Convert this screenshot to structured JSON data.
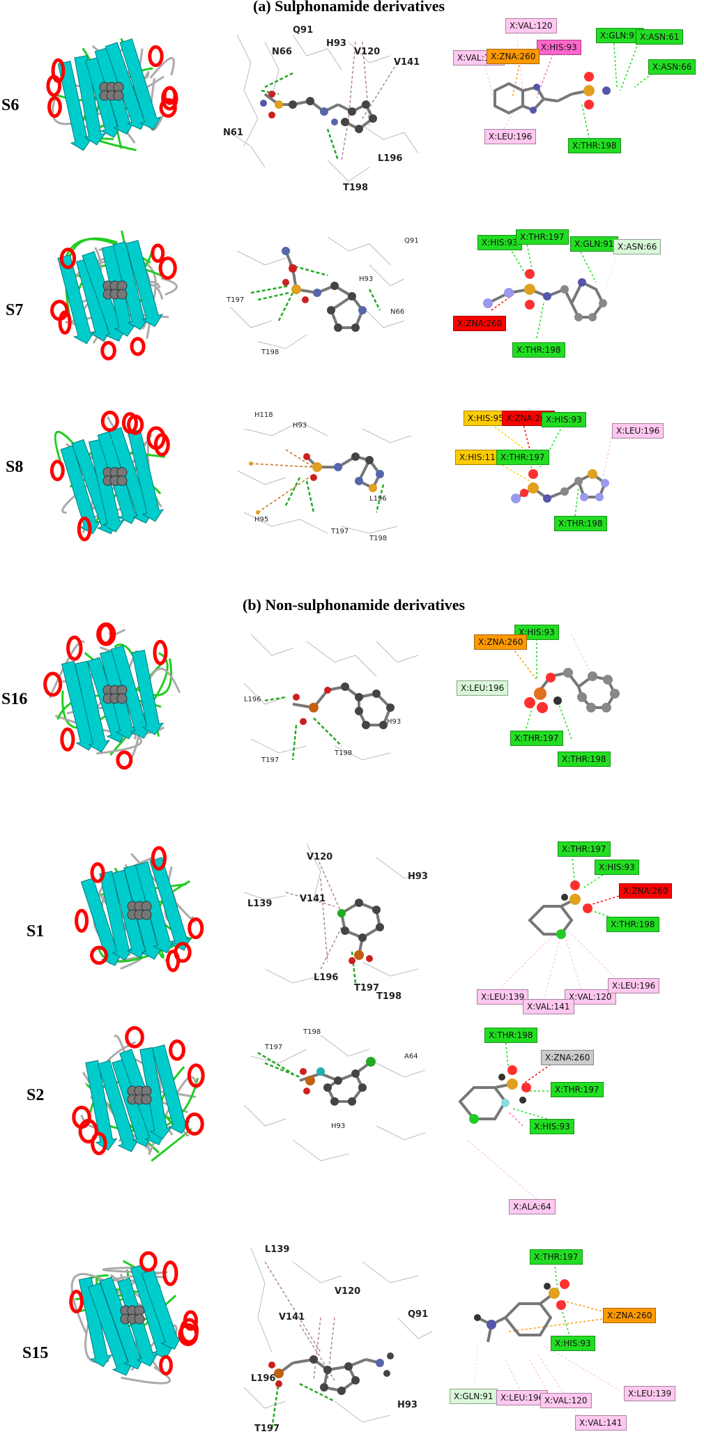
{
  "colors": {
    "green_tag": "#22dd22",
    "pink_tag": "#ffc8f0",
    "magenta_tag": "#ff66cc",
    "orange_tag": "#ff9900",
    "red_tag": "#ff0000",
    "light_green_tag": "#d9f7d9",
    "gray_tag": "#cccccc",
    "yellow_tag": "#ffcc00",
    "helix": "#ff0000",
    "sheet": "#00cccc",
    "turn": "#22cc22",
    "coil": "#aaaaaa"
  },
  "sections": {
    "a": "(a) Sulphonamide derivatives",
    "b": "(b) Non-sulphonamide derivatives"
  },
  "rows": [
    {
      "label": "S6",
      "residues": [
        "N66",
        "Q91",
        "H93",
        "V120",
        "V141",
        "N61",
        "L196",
        "T198"
      ],
      "interactions": [
        "X:VAL:120",
        "X:HIS:93",
        "X:GLN:91",
        "X:ASN:61",
        "X:VAL:141",
        "X:ZNA:260",
        "X:ASN:66",
        "X:LEU:196",
        "X:THR:198"
      ]
    },
    {
      "label": "S7",
      "residues": [
        "Q91",
        "H93",
        "T197",
        "N66",
        "T198"
      ],
      "interactions": [
        "X:HIS:93",
        "X:THR:197",
        "X:GLN:91",
        "X:ASN:66",
        "X:ZNA:260",
        "X:THR:198"
      ]
    },
    {
      "label": "S8",
      "residues": [
        "H118",
        "H93",
        "L196",
        "H95",
        "T197",
        "T198"
      ],
      "interactions": [
        "X:HIS:95",
        "X:ZNA:260",
        "X:HIS:93",
        "X:LEU:196",
        "X:HIS:118",
        "X:THR:197",
        "X:THR:198"
      ]
    },
    {
      "label": "S16",
      "residues": [
        "L196",
        "H93",
        "T197",
        "T198"
      ],
      "interactions": [
        "X:HIS:93",
        "X:ZNA:260",
        "X:LEU:196",
        "X:THR:197",
        "X:THR:198"
      ]
    },
    {
      "label": "S1",
      "residues": [
        "V120",
        "H93",
        "L139",
        "V141",
        "L196",
        "T197",
        "T198"
      ],
      "interactions": [
        "X:THR:197",
        "X:HIS:93",
        "X:ZNA:260",
        "X:THR:198",
        "X:LEU:139",
        "X:VAL:120",
        "X:LEU:196",
        "X:VAL:141"
      ]
    },
    {
      "label": "S2",
      "residues": [
        "T198",
        "T197",
        "A64",
        "H93"
      ],
      "interactions": [
        "X:THR:198",
        "X:ZNA:260",
        "X:THR:197",
        "X:HIS:93",
        "X:ALA:64"
      ]
    },
    {
      "label": "S15",
      "residues": [
        "L139",
        "V120",
        "V141",
        "Q91",
        "L196",
        "H93",
        "T197"
      ],
      "interactions": [
        "X:THR:197",
        "X:ZNA:260",
        "X:HIS:93",
        "X:GLN:91",
        "X:LEU:196",
        "X:VAL:120",
        "X:LEU:139",
        "X:VAL:141"
      ]
    }
  ]
}
